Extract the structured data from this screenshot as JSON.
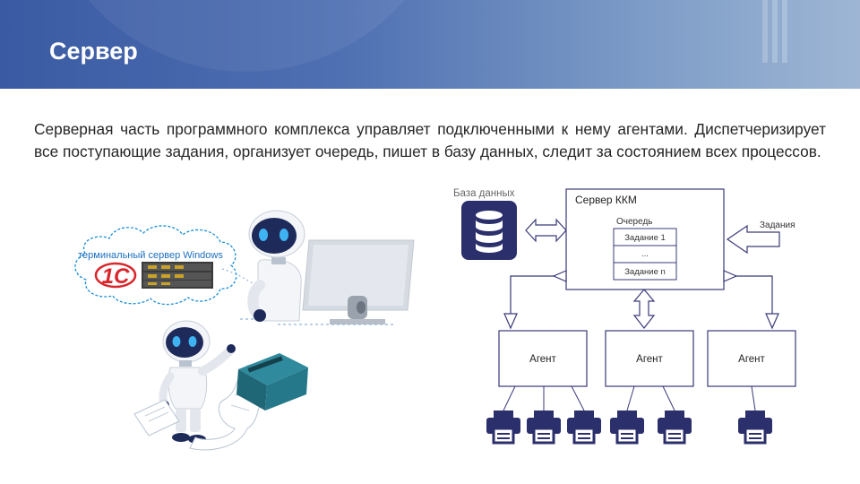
{
  "slide": {
    "title": "Сервер",
    "intro": "Серверная часть программного комплекса управляет подключенными к нему агентами. Диспетчеризирует все поступающие задания, организует очередь, пишет в базу данных, следит за состоянием всех процессов."
  },
  "illustration": {
    "cloud_label": "терминальный сервер Windows",
    "logo_text": "1С"
  },
  "diagram": {
    "database_label": "База данных",
    "server_label": "Сервер ККМ",
    "queue_label": "Очередь",
    "queue_items": [
      "Задание 1",
      "...",
      "Задание n"
    ],
    "tasks_label": "Задания",
    "agents": [
      "Агент",
      "Агент",
      "Агент"
    ],
    "printers_per_agent": [
      3,
      2,
      1
    ]
  },
  "colors": {
    "header_start": "#3a5aa3",
    "header_end": "#9eb6d4",
    "diagram_stroke": "#3a3a7a",
    "accent_navy": "#2b2f6b",
    "logo_red": "#d9262c"
  }
}
